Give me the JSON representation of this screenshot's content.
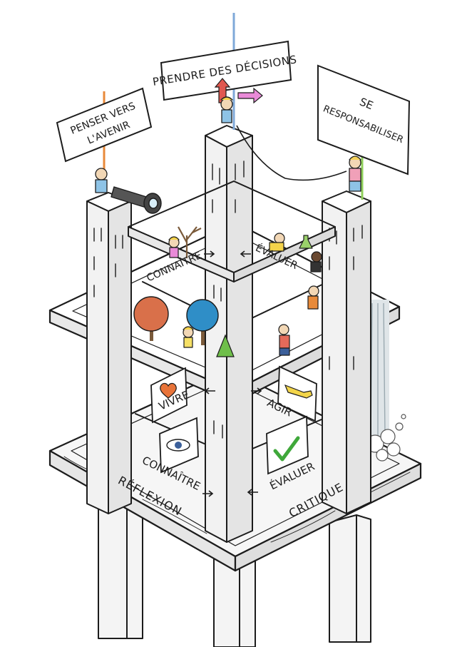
{
  "signs": {
    "top_center": "PRENDRE DES DÉCISIONS",
    "top_left_line1": "PENSER VERS",
    "top_left_line2": "L'AVENIR",
    "top_right_line1": "SE",
    "top_right_line2": "RESPONSABILISER"
  },
  "upper_floor": {
    "connaitre": "CONNAÎTRE",
    "evaluer": "ÉVALUER"
  },
  "middle_floor": {
    "vivre": "VIVRE",
    "agir": "AGIR"
  },
  "base_floor": {
    "connaitre": "CONNAÎTRE",
    "evaluer": "ÉVALUER",
    "reflexion": "RÉFLEXION",
    "critique": "CRITIQUE"
  },
  "panel_icons": [
    "heart-icon",
    "hand-icon",
    "eye-icon",
    "checkmark-icon"
  ],
  "colors": {
    "arrow_red": "#e0584f",
    "arrow_pink": "#e98ad8",
    "heart": "#e8743a",
    "hand": "#f3d54a",
    "eye": "#3b5f9a",
    "check": "#3fa83a",
    "pole_blue": "#7fa8d8",
    "pole_orange": "#e88a3a",
    "pole_green": "#8fcf5a",
    "tree_orange": "#d9704a",
    "tree_blue": "#2f8ec7",
    "waterfall": "#9aa9b0"
  }
}
